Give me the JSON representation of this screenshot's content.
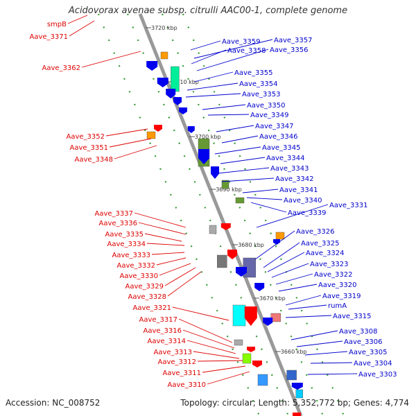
{
  "title": "Acidovorax avenae subsp. citrulli AAC00-1, complete genome",
  "accession": "Accession: NC_008752",
  "topology": "Topology: circular; Length: 5,352,772 bp; Genes: 4,774",
  "colors": {
    "plus_label": "#0000cc",
    "minus_label": "#dd0000",
    "backbone": "#999999"
  },
  "kbp_ticks": [
    "3720 kbp",
    "3710 kbp",
    "3700 kbp",
    "3690 kbp",
    "3680 kbp",
    "3670 kbp",
    "3660 kbp"
  ],
  "left_labels": [
    "smpB",
    "Aave_3371",
    "Aave_3362",
    "Aave_3352",
    "Aave_3351",
    "Aave_3348",
    "Aave_3337",
    "Aave_3336",
    "Aave_3335",
    "Aave_3334",
    "Aave_3333",
    "Aave_3332",
    "Aave_3330",
    "Aave_3329",
    "Aave_3328",
    "Aave_3321",
    "Aave_3317",
    "Aave_3316",
    "Aave_3314",
    "Aave_3313",
    "Aave_3312",
    "Aave_3311",
    "Aave_3310"
  ],
  "right_labels": [
    "Aave_3359",
    "Aave_3357",
    "Aave_3358",
    "Aave_3356",
    "Aave_3355",
    "Aave_3354",
    "Aave_3353",
    "Aave_3350",
    "Aave_3349",
    "Aave_3347",
    "Aave_3346",
    "Aave_3345",
    "Aave_3344",
    "Aave_3343",
    "Aave_3342",
    "Aave_3341",
    "Aave_3340",
    "Aave_3339",
    "Aave_3331",
    "Aave_3326",
    "Aave_3325",
    "Aave_3324",
    "Aave_3323",
    "Aave_3322",
    "Aave_3320",
    "Aave_3319",
    "rumA",
    "Aave_3315",
    "Aave_3308",
    "Aave_3306",
    "Aave_3305",
    "Aave_3304",
    "Aave_3303"
  ]
}
